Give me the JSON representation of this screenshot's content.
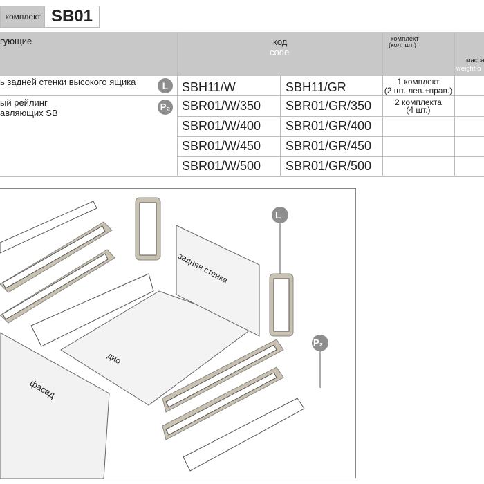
{
  "kit": {
    "label": "комплект",
    "code": "SB01"
  },
  "table": {
    "headers": {
      "name": "гующие",
      "code_ru": "код",
      "code_en": "code",
      "qty": "комплект",
      "qty_sub": "(кол. шт.)",
      "weight_ru": "масса",
      "weight_en": "weight o"
    },
    "rows": [
      {
        "desc": "ь задней стенки высокого ящика",
        "badge": "L",
        "code_w": "SBH11/W",
        "code_gr": "SBH11/GR",
        "qty1": "1 комплект",
        "qty2": "(2 шт. лев.+прав.)"
      },
      {
        "desc": "ый рейлинг",
        "desc2": "авляющих SB",
        "badge": "P₂",
        "code_w": "SBR01/W/350",
        "code_gr": "SBR01/GR/350",
        "qty1": "2 комплекта",
        "qty2": "(4 шт.)"
      },
      {
        "code_w": "SBR01/W/400",
        "code_gr": "SBR01/GR/400"
      },
      {
        "code_w": "SBR01/W/450",
        "code_gr": "SBR01/GR/450"
      },
      {
        "code_w": "SBR01/W/500",
        "code_gr": "SBR01/GR/500"
      }
    ]
  },
  "illustration": {
    "back_panel": "задняя стенка",
    "bottom": "дно",
    "facade": "фасад",
    "badge_l": "L",
    "badge_p": "P₂"
  },
  "colors": {
    "header": "#c8c8c8",
    "highlight": "#c9c2b1",
    "badge": "#8e8e8e"
  }
}
